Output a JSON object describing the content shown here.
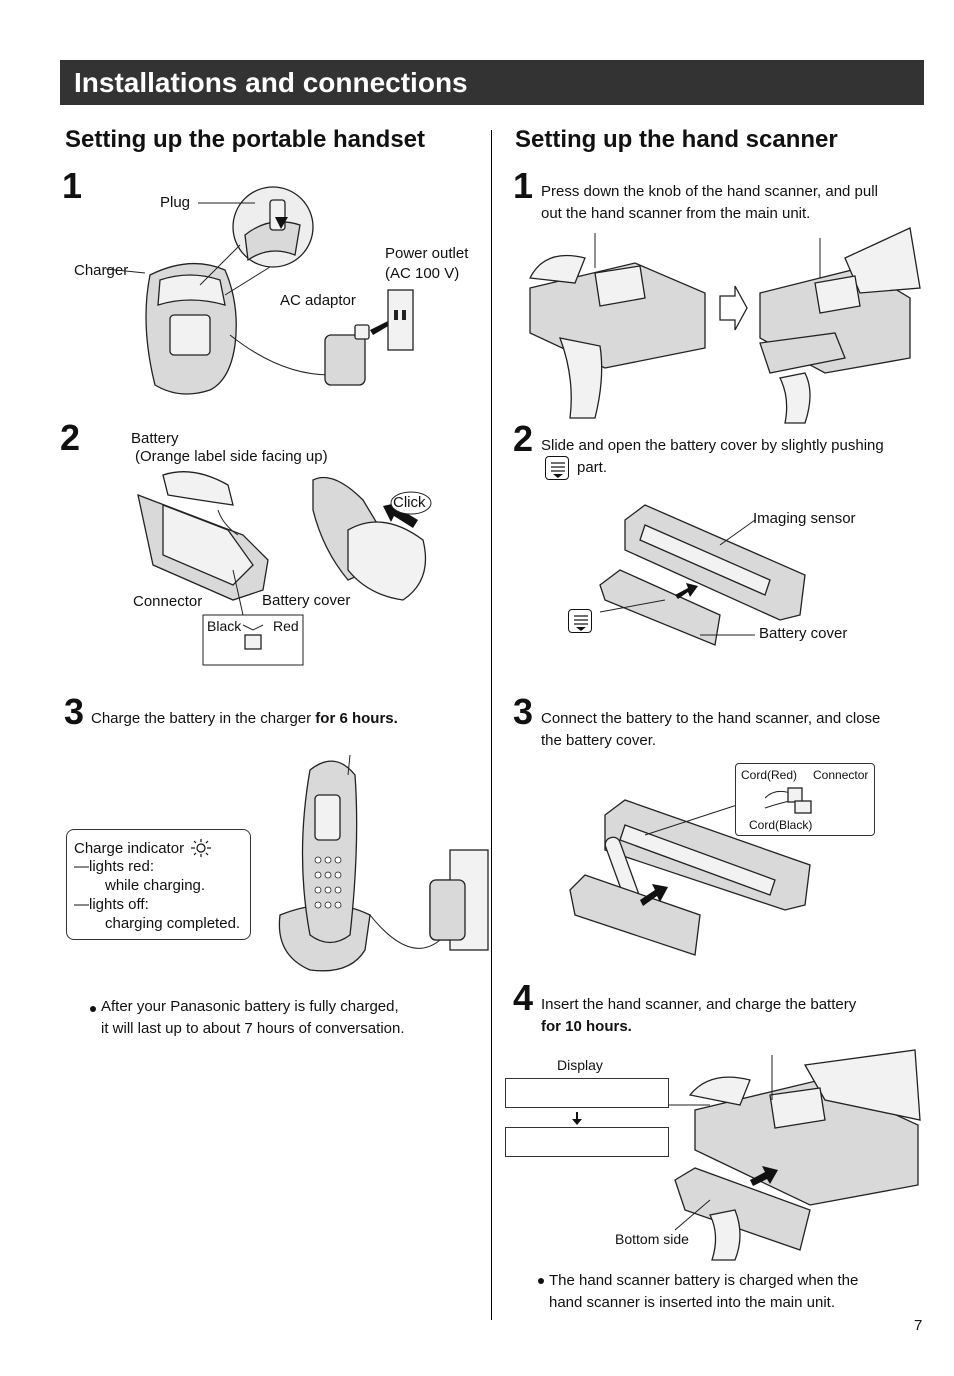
{
  "header": {
    "title": "Installations and connections"
  },
  "left": {
    "heading": "Setting up the portable handset",
    "step1": {
      "number": "1",
      "labels": {
        "plug": "Plug",
        "charger": "Charger",
        "power_outlet_1": "Power outlet",
        "power_outlet_2": "(AC 100 V)",
        "ac_adaptor": "AC adaptor"
      }
    },
    "step2": {
      "number": "2",
      "labels": {
        "battery": "Battery",
        "battery_note": "(Orange label side facing up)",
        "click": "Click",
        "connector": "Connector",
        "battery_cover": "Battery cover",
        "black": "Black",
        "red": "Red"
      }
    },
    "step3": {
      "number": "3",
      "text_normal": "Charge the battery in the charger ",
      "text_bold": "for 6 hours.",
      "indicator": {
        "title": "Charge indicator",
        "line1": "—lights red:",
        "line2": "while charging.",
        "line3": "—lights off:",
        "line4": "charging completed."
      },
      "note_line1": "After your Panasonic battery is fully charged,",
      "note_line2": "it will last up to about 7 hours of conversation."
    }
  },
  "right": {
    "heading": "Setting up the hand scanner",
    "step1": {
      "number": "1",
      "line1": "Press down the knob of the hand scanner, and pull",
      "line2": "out the hand scanner from the main unit."
    },
    "step2": {
      "number": "2",
      "line1": "Slide and open the battery cover by slightly pushing",
      "line2": "part.",
      "labels": {
        "imaging_sensor": "Imaging sensor",
        "battery_cover": "Battery cover"
      }
    },
    "step3": {
      "number": "3",
      "line1": "Connect the battery to the hand scanner, and close",
      "line2": "the battery cover.",
      "labels": {
        "cord_red": "Cord(Red)",
        "connector": "Connector",
        "cord_black": "Cord(Black)"
      }
    },
    "step4": {
      "number": "4",
      "line1": "Insert the hand scanner, and charge the battery",
      "line2_bold": "for 10 hours.",
      "labels": {
        "display": "Display",
        "bottom_side": "Bottom side"
      },
      "note_line1": "The hand scanner battery is charged when the",
      "note_line2": "hand scanner is inserted into the main unit."
    }
  },
  "footer": {
    "page_number": "7"
  }
}
